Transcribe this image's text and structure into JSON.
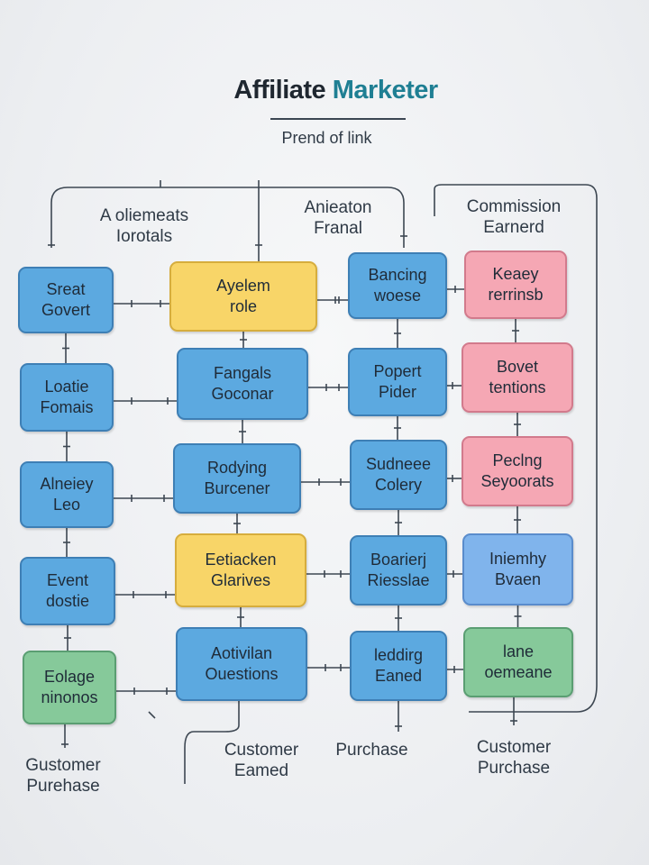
{
  "header": {
    "title_part1": "Affiliate",
    "title_part2": "Marketer",
    "subtitle": "Prend of link"
  },
  "top_labels": {
    "left": [
      "A oliemeats",
      "Iorotals"
    ],
    "middle": [
      "Anieaton",
      "Franal"
    ],
    "right": [
      "Commission",
      "Earnerd"
    ]
  },
  "columns": [
    {
      "nodes": [
        {
          "lines": [
            "Sreat",
            "Govert"
          ],
          "color": "blue"
        },
        {
          "lines": [
            "Loatie",
            "Fomais"
          ],
          "color": "blue"
        },
        {
          "lines": [
            "Alneiey",
            "Leo"
          ],
          "color": "blue"
        },
        {
          "lines": [
            "Event",
            "dostie"
          ],
          "color": "blue"
        },
        {
          "lines": [
            "Eolage",
            "ninonos"
          ],
          "color": "green"
        }
      ]
    },
    {
      "nodes": [
        {
          "lines": [
            "Ayelem",
            "role"
          ],
          "color": "yellow"
        },
        {
          "lines": [
            "Fangals",
            "Goconar"
          ],
          "color": "blue"
        },
        {
          "lines": [
            "Rodying",
            "Burcener"
          ],
          "color": "blue"
        },
        {
          "lines": [
            "Eetiacken",
            "Glarives"
          ],
          "color": "yellow"
        },
        {
          "lines": [
            "Aotivilan",
            "Ouestions"
          ],
          "color": "blue"
        }
      ]
    },
    {
      "nodes": [
        {
          "lines": [
            "Bancing",
            "woese"
          ],
          "color": "blue"
        },
        {
          "lines": [
            "Popert",
            "Pider"
          ],
          "color": "blue"
        },
        {
          "lines": [
            "Sudneee",
            "Colery"
          ],
          "color": "blue"
        },
        {
          "lines": [
            "Boarierj",
            "Riesslae"
          ],
          "color": "blue"
        },
        {
          "lines": [
            "leddirg",
            "Eaned"
          ],
          "color": "blue"
        }
      ]
    },
    {
      "nodes": [
        {
          "lines": [
            "Keaey",
            "rerrinsb"
          ],
          "color": "pink"
        },
        {
          "lines": [
            "Bovet",
            "tentions"
          ],
          "color": "pink"
        },
        {
          "lines": [
            "Peclng",
            "Seyoorats"
          ],
          "color": "pink"
        },
        {
          "lines": [
            "Iniemhy",
            "Bvaen"
          ],
          "color": "ltblue"
        },
        {
          "lines": [
            "lane",
            "oemeane"
          ],
          "color": "green"
        }
      ]
    }
  ],
  "bottom_labels": {
    "col1": [
      "Gustomer",
      "Purehase"
    ],
    "col2": [
      "Customer",
      "Eamed"
    ],
    "col3": [
      "Purchase"
    ],
    "col4": [
      "Customer",
      "Purchase"
    ]
  }
}
